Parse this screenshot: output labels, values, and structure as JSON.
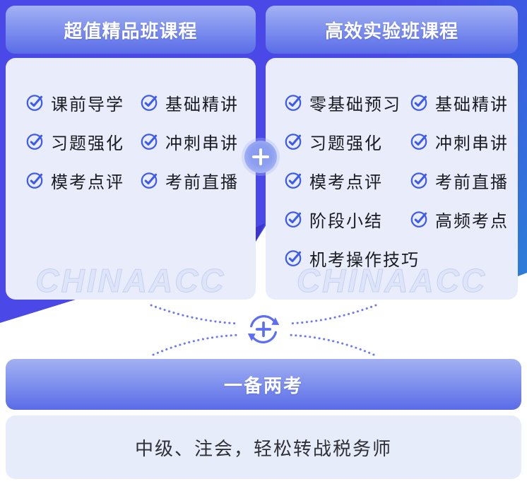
{
  "watermark": "CHINAACC",
  "colors": {
    "backdrop_indigo": "#4b48e8",
    "backdrop_azure": "#2d7ed8",
    "header_gradient_top": "#a3b1f3",
    "header_gradient_bottom": "#5a6ce7",
    "panel_body": "#e9edfb",
    "check_blue": "#3c5af0",
    "flow_blue": "#5c6ef2",
    "item_text": "#191b20"
  },
  "left_panel": {
    "title": "超值精品班课程",
    "items": [
      "课前导学",
      "基础精讲",
      "习题强化",
      "冲刺串讲",
      "模考点评",
      "考前直播"
    ]
  },
  "right_panel": {
    "title": "高效实验班课程",
    "items": [
      "零基础预习",
      "基础精讲",
      "习题强化",
      "冲刺串讲",
      "模考点评",
      "考前直播",
      "阶段小结",
      "高频考点",
      "机考操作技巧"
    ]
  },
  "bottom_panel": {
    "title": "一备两考",
    "description": "中级、注会，轻松转战税务师"
  }
}
